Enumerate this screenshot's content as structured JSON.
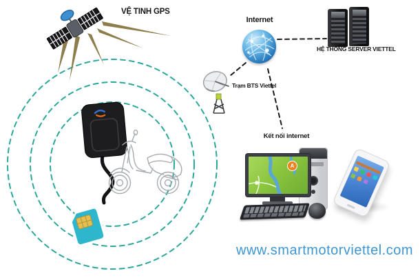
{
  "title": "Viettel smart motor GPS tracking diagram",
  "labels": {
    "satellite": "VỆ TINH GPS",
    "internet": "Internet",
    "server": "HỆ THỐNG SERVER VIETTEL",
    "bts": "Trạm BTS Viettel",
    "ket_noi": "Kết nối internet",
    "website": "www.smartmotorviettel.com",
    "map_marker": "A"
  },
  "icons": {
    "satellite-icon": "GPS satellite with solar panels and blue dish",
    "signal-rays-icon": "beige signal rays from satellite",
    "signal-circles-icon": "three concentric teal dashed circles",
    "gps-tracker-icon": "black GPS tracker box with cable",
    "sim-card-icon": "teal SIM card with gold chip",
    "motorbike-icon": "gray outline scooter drawing",
    "internet-globe-icon": "blue network globe",
    "server-rack-icon": "two black server towers",
    "bts-antenna-icon": "satellite dish on lattice mast",
    "desktop-computer-icon": "desktop PC showing map with marker",
    "smartphone-icon": "white smartphone with blue app screen",
    "dashed-link-icon": "black dashed connector lines"
  },
  "colors": {
    "signal_circle": "#2aa79b",
    "ray": "#8c7d4b",
    "connector": "#1b1b1b",
    "label_text": "#151515",
    "website_text": "#3d96d2",
    "sim_body": "#2db6cc",
    "sim_chip": "#e3c04f",
    "globe_blue": "#2a7dc0",
    "map_green": "#8cc63f",
    "marker_orange": "#f0821e",
    "phone_screen": "#4a86d4",
    "bts_mast_green": "#b9d23c"
  }
}
